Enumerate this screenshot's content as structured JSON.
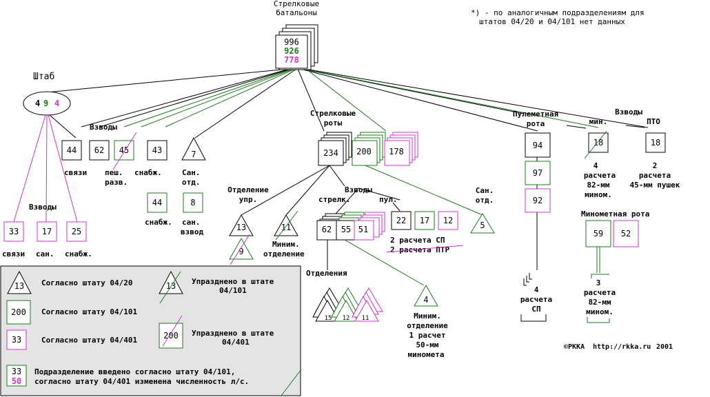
{
  "colors": {
    "black": "#000000",
    "green": "#1a7a1a",
    "magenta": "#cc33cc",
    "legend_bg": "#e4e4e4"
  },
  "top": {
    "title_line1": "Стрелковые",
    "title_line2": "батальоны",
    "n1": "996",
    "n2": "926",
    "n3": "778"
  },
  "note": {
    "line1": "*) - по аналогичным подразделениям для",
    "line2": "штатов 04/20 и 04/101 нет данных"
  },
  "hq": {
    "title": "Штаб",
    "n1": "4",
    "n2": "9",
    "n3": "4"
  },
  "hq_platoons": {
    "title": "Взводы",
    "items": [
      {
        "value": "33",
        "label": "связи"
      },
      {
        "value": "17",
        "label": "сан."
      },
      {
        "value": "25",
        "label": "снабж."
      }
    ]
  },
  "platoons": {
    "title": "Взводы",
    "signal": {
      "value": "44",
      "label": "связи"
    },
    "unk62": {
      "value": "62"
    },
    "recon": {
      "value": "45",
      "label1": "пеш.",
      "label2": "разв."
    },
    "supply": {
      "value": "43",
      "label": "снабж."
    },
    "supply2": {
      "value": "44",
      "label": "снабж."
    },
    "san_squad": {
      "value": "7",
      "label1": "Сан.",
      "label2": "отд."
    },
    "san_platoon": {
      "value": "8",
      "label1": "сан.",
      "label2": "взвод"
    }
  },
  "ctrl": {
    "label1": "Отделение",
    "label2": "упр.",
    "v1": "13",
    "v2": "9"
  },
  "mortar_sq": {
    "v": "11",
    "label1": "Миним.",
    "label2": "отделение"
  },
  "rifle_co": {
    "title1": "Стрелковые",
    "title2": "роты",
    "v1": "234",
    "v2": "200",
    "v3": "178"
  },
  "co_platoons": {
    "title": "Взводы",
    "rifle_label": "стрелк.",
    "v1": "62",
    "v2": "55",
    "v3": "51",
    "mg_label": "пул.",
    "m1": "22",
    "m2": "17",
    "m3": "12",
    "line1": "2 расчета СП",
    "line2": "2 расчета ПТР"
  },
  "co_san": {
    "label1": "Сан.",
    "label2": "отд.",
    "v": "5"
  },
  "sections": {
    "title": "Отделения",
    "v1": "15",
    "v2": "12",
    "v3": "11"
  },
  "co_mortar": {
    "v": "4",
    "label1": "Миним.",
    "label2": "отделение",
    "label3": "1 расчет",
    "label4": "50-мм",
    "label5": "миномета"
  },
  "mg_co": {
    "title1": "Пулеметная",
    "title2": "рота",
    "v1": "94",
    "v2": "97",
    "v3": "92",
    "crew1": "4",
    "crew2": "расчета",
    "crew3": "СП"
  },
  "right_platoons": {
    "title": "Взводы",
    "min_label": "мин.",
    "min_v": "18",
    "min_d1": "4",
    "min_d2": "расчета",
    "min_d3": "82-мм",
    "min_d4": "мином.",
    "pto_label": "ПТО",
    "pto_v": "18",
    "pto_d1": "2",
    "pto_d2": "расчета",
    "pto_d3": "45-мм пушек"
  },
  "mortar_co": {
    "title": "Минометная рота",
    "v1": "59",
    "v2": "52",
    "d1": "3",
    "d2": "расчета",
    "d3": "82-мм",
    "d4": "мином."
  },
  "legend": {
    "l1_sym": "13",
    "l1": "Согласно штату 04/20",
    "l2_sym": "13",
    "l2a": "Упразднено в штате",
    "l2b": "04/101",
    "l3_sym": "200",
    "l3": "Согласно штату 04/101",
    "l4_sym": "200",
    "l4a": "Упразднено в штате",
    "l4b": "04/401",
    "l5_sym": "33",
    "l5": "Согласно штату 04/401",
    "l6_s1": "33",
    "l6_s2": "50",
    "l6a": "Подразделение введено согласно штату 04/101,",
    "l6b": "согласно штату 04/401 изменена численность л/с."
  },
  "credits": {
    "copy": "©РККА",
    "url": "http://rkka.ru",
    "year": "2001"
  }
}
